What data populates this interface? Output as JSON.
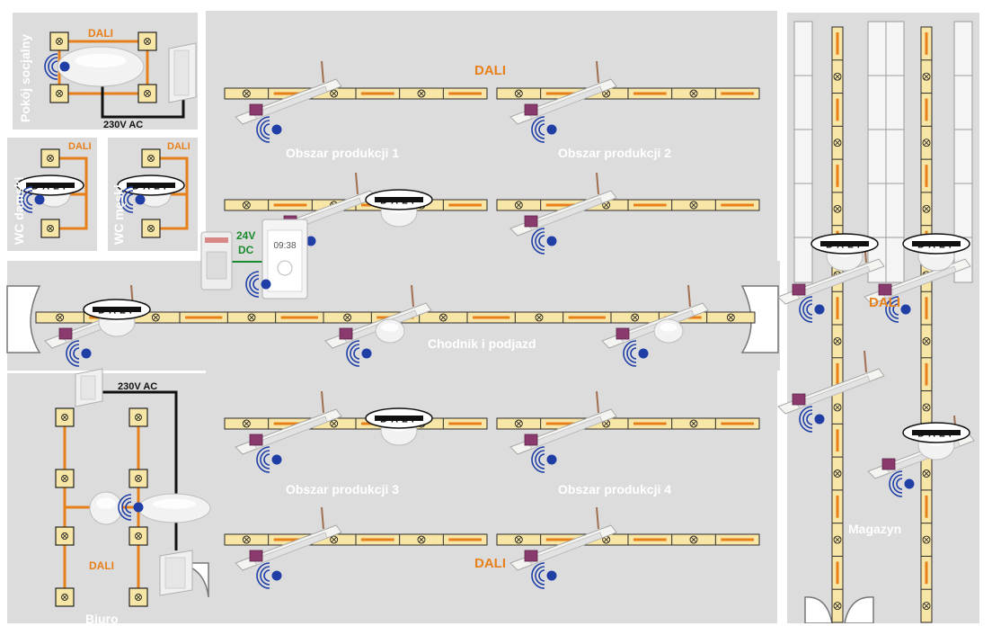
{
  "labels": {
    "pokoj": "Pokój socjalny",
    "wc_damski": "WC damski",
    "wc_meski": "WC męski",
    "obszar1": "Obszar produkcji 1",
    "obszar2": "Obszar produkcji 2",
    "obszar3": "Obszar produkcji 3",
    "obszar4": "Obszar produkcji 4",
    "chodnik": "Chodnik i podjazd",
    "magazyn": "Magazyn",
    "biuro": "Biuro"
  },
  "tags": {
    "dali": "DALI",
    "ac": "230V AC",
    "dc_line1": "24V",
    "dc_line2": "DC",
    "clock": "09:38",
    "sensor_badge": "DALI"
  },
  "colors": {
    "room": "#dcdcdc",
    "luminaire": "#f8e6a6",
    "dali_line": "#e8801a",
    "ac_line": "#111111",
    "dc_line": "#1a8a2e",
    "signal": "#1f3fa6",
    "room_label": "#ffffff"
  }
}
